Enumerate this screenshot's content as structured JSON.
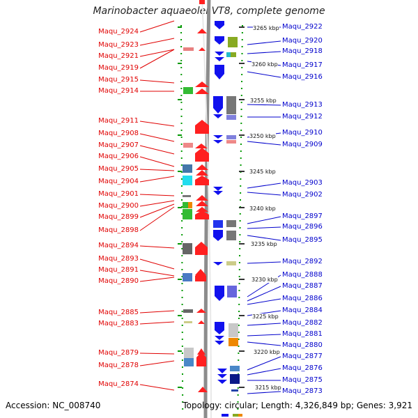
{
  "title": "Marinobacter aquaeolei VT8, complete genome",
  "footer": {
    "accession": "Accession: NC_008740",
    "info": "Topology: circular; Length: 4,326,849 bp; Genes: 3,921"
  },
  "scale_labels": [
    "3265 kbp",
    "3260 kbp",
    "3255 kbp",
    "3250 kbp",
    "3245 kbp",
    "3240 kbp",
    "3235 kbp",
    "3230 kbp",
    "3225 kbp",
    "3220 kbp",
    "3215 kbp"
  ],
  "left_genes": [
    "Maqu_2924",
    "Maqu_2923",
    "Maqu_2921",
    "Maqu_2919",
    "Maqu_2915",
    "Maqu_2914",
    "Maqu_2911",
    "Maqu_2908",
    "Maqu_2907",
    "Maqu_2906",
    "Maqu_2905",
    "Maqu_2904",
    "Maqu_2901",
    "Maqu_2900",
    "Maqu_2899",
    "Maqu_2898",
    "Maqu_2894",
    "Maqu_2893",
    "Maqu_2891",
    "Maqu_2890",
    "Maqu_2885",
    "Maqu_2883",
    "Maqu_2879",
    "Maqu_2878",
    "Maqu_2874"
  ],
  "right_genes": [
    "Maqu_2922",
    "Maqu_2920",
    "Maqu_2918",
    "Maqu_2917",
    "Maqu_2916",
    "Maqu_2913",
    "Maqu_2912",
    "Maqu_2910",
    "Maqu_2909",
    "Maqu_2903",
    "Maqu_2902",
    "Maqu_2897",
    "Maqu_2896",
    "Maqu_2895",
    "Maqu_2892",
    "Maqu_2888",
    "Maqu_2887",
    "Maqu_2886",
    "Maqu_2884",
    "Maqu_2882",
    "Maqu_2881",
    "Maqu_2880",
    "Maqu_2877",
    "Maqu_2876",
    "Maqu_2875",
    "Maqu_2873"
  ],
  "colors": {
    "forward_strand": "#ff0000",
    "reverse_strand": "#0000ee",
    "left_label": "#e00000",
    "right_label": "#0000cc",
    "genome_backbone": "#8c8c8c",
    "tick": "#009900"
  }
}
